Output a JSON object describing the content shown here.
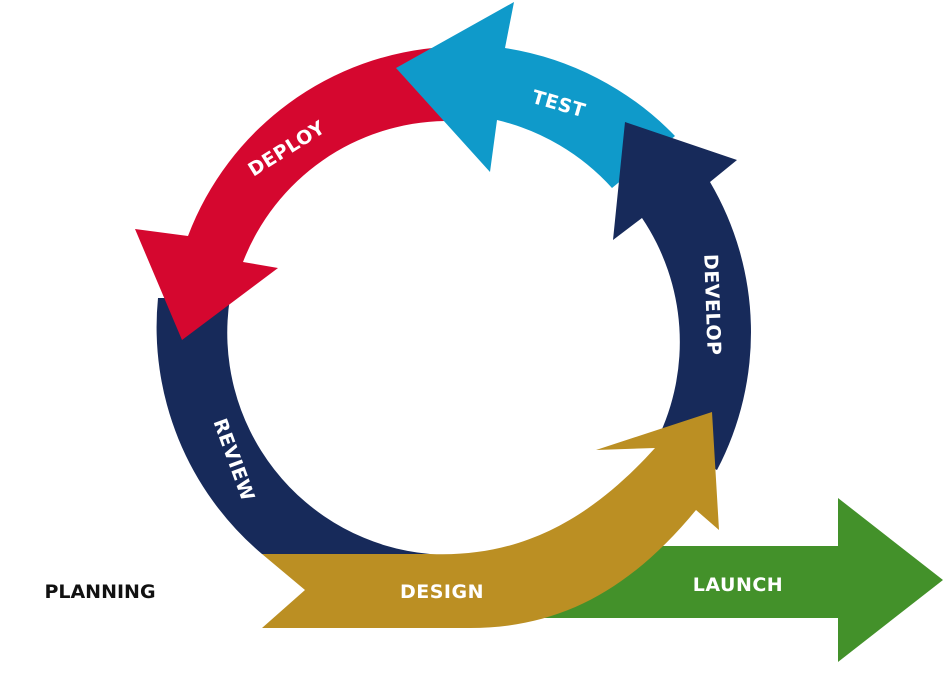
{
  "diagram": {
    "start_label": "PLANNING",
    "stages": [
      {
        "id": "design",
        "label": "DESIGN",
        "color": "#BB8F23"
      },
      {
        "id": "develop",
        "label": "DEVELOP",
        "color": "#172A5A"
      },
      {
        "id": "test",
        "label": "TEST",
        "color": "#0F9ACA"
      },
      {
        "id": "deploy",
        "label": "DEPLOY",
        "color": "#D5072F"
      },
      {
        "id": "review",
        "label": "REVIEW",
        "color": "#172A5A"
      },
      {
        "id": "launch",
        "label": "LAUNCH",
        "color": "#43912A"
      }
    ]
  }
}
